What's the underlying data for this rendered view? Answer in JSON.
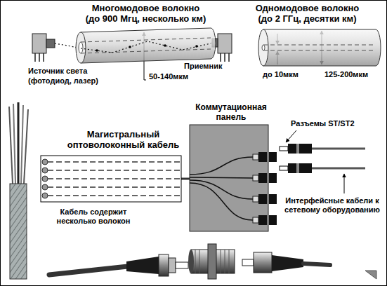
{
  "diagram": {
    "nodes": [
      {
        "text": [
          "Многомодовое волокно",
          "(до 900 Мгц, несколько км)"
        ]
      },
      {
        "text": [
          "Одномодовое волокно",
          "(до 2 ГГц, десятки км)"
        ]
      },
      {
        "text": [
          "Магистральный оптоволоконный кабель"
        ]
      },
      {
        "text": [
          "Коммутационная панель"
        ]
      }
    ],
    "edges": [
      {
        "from": 2,
        "to": 3,
        "arrow": "none"
      }
    ],
    "labels": [
      "Источник света",
      "(фотодиод, лазер)",
      "Приемник",
      "50-140мкм",
      "до 10мкм",
      "125-200мкм",
      "Разъемы ST/ST2",
      "Интерфейсные кабели к сетевому оборудованию",
      "Кабель содержит несколько волокон"
    ]
  }
}
